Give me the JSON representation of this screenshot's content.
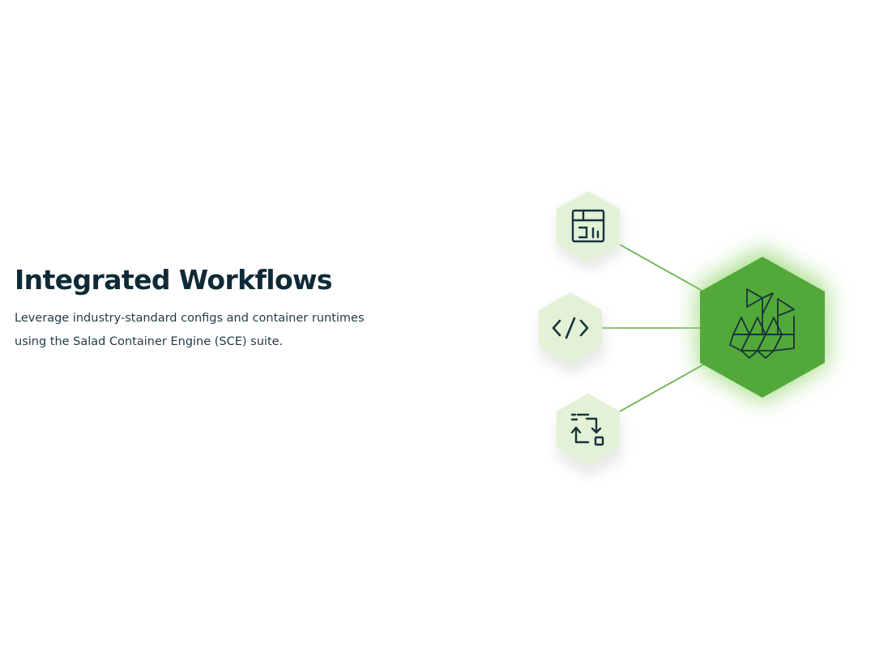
{
  "section": {
    "title": "Integrated Workflows",
    "description_line1": "Leverage industry-standard configs and container runtimes",
    "description_line2": "using the Salad Container Engine (SCE) suite."
  },
  "diagram": {
    "center_icon": "salad-container-engine-icon",
    "satellite_icons": [
      "dashboard-chart-icon",
      "code-brackets-icon",
      "transfer-arrows-icon"
    ],
    "colors": {
      "center_fill": "#53a83a",
      "center_glow": "#8fd36b",
      "satellite_fill": "#e3f1d6",
      "line": "#5fae45",
      "icon_stroke": "#17323c"
    }
  }
}
